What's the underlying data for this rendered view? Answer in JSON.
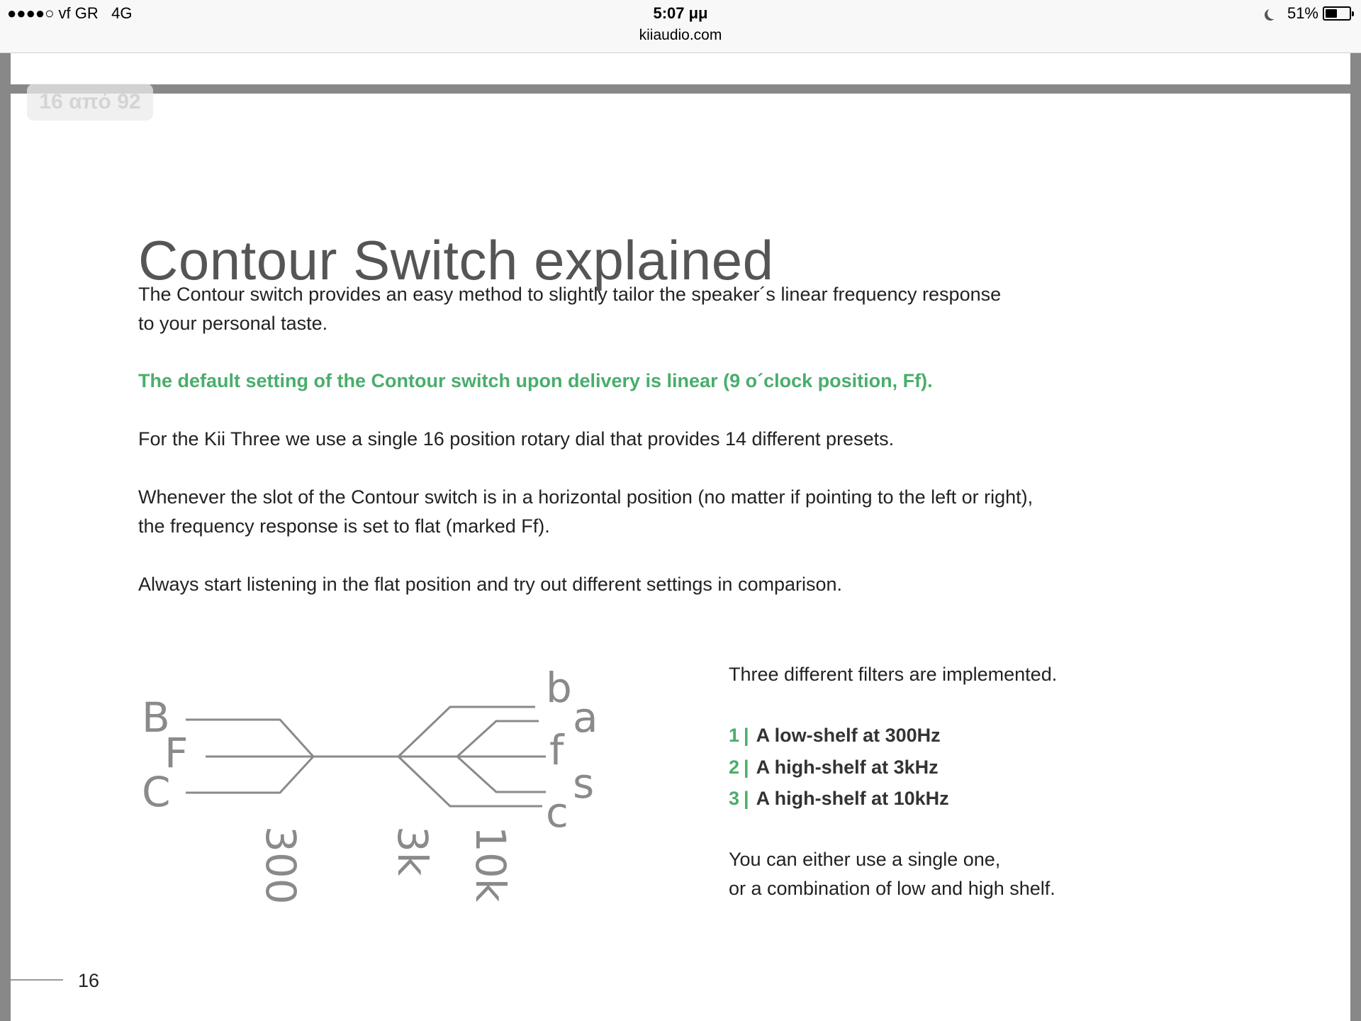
{
  "status_bar": {
    "signal": "●●●●○ vf GR",
    "network": "4G",
    "time": "5:07 μμ",
    "url": "kiiaudio.com",
    "battery_text": "51%",
    "battery_level": 0.51
  },
  "viewer": {
    "page_indicator": "16 από 92"
  },
  "page": {
    "title": "Contour Switch explained",
    "paragraph1_line1": "The Contour switch provides an easy method to slightly tailor the speaker´s linear frequency response",
    "paragraph1_line2": "to your personal taste.",
    "default_setting": "The default setting of the Contour switch upon delivery is linear (9 o´clock position, Ff).",
    "paragraph2": "For the Kii Three we use a single 16 position rotary dial that provides 14 different presets.",
    "paragraph3_line1": "Whenever the slot of the Contour switch is in a horizontal position (no matter if pointing to the left or right),",
    "paragraph3_line2": "the frequency response is set to flat (marked Ff).",
    "paragraph4": "Always start listening in the flat position and try out different settings in comparison.",
    "filters_intro": "Three different filters are implemented.",
    "filters": [
      {
        "num": "1",
        "text": "A low-shelf at 300Hz"
      },
      {
        "num": "2",
        "text": "A high-shelf at 3kHz"
      },
      {
        "num": "3",
        "text": "A high-shelf at 10kHz"
      }
    ],
    "either_line1": "You can either use a single one,",
    "either_line2": "or a combination of low and high shelf.",
    "page_number": "16"
  },
  "diagram": {
    "left_labels": {
      "B": "B",
      "F": "F",
      "C": "C"
    },
    "right_labels": {
      "b": "b",
      "a": "a",
      "f": "f",
      "s": "s",
      "c": "c"
    },
    "freq_labels": {
      "f300": "300",
      "f3k": "3k",
      "f10k": "10k"
    }
  },
  "colors": {
    "accent_green": "#4aad6c",
    "diagram_gray": "#8a8a8a"
  }
}
